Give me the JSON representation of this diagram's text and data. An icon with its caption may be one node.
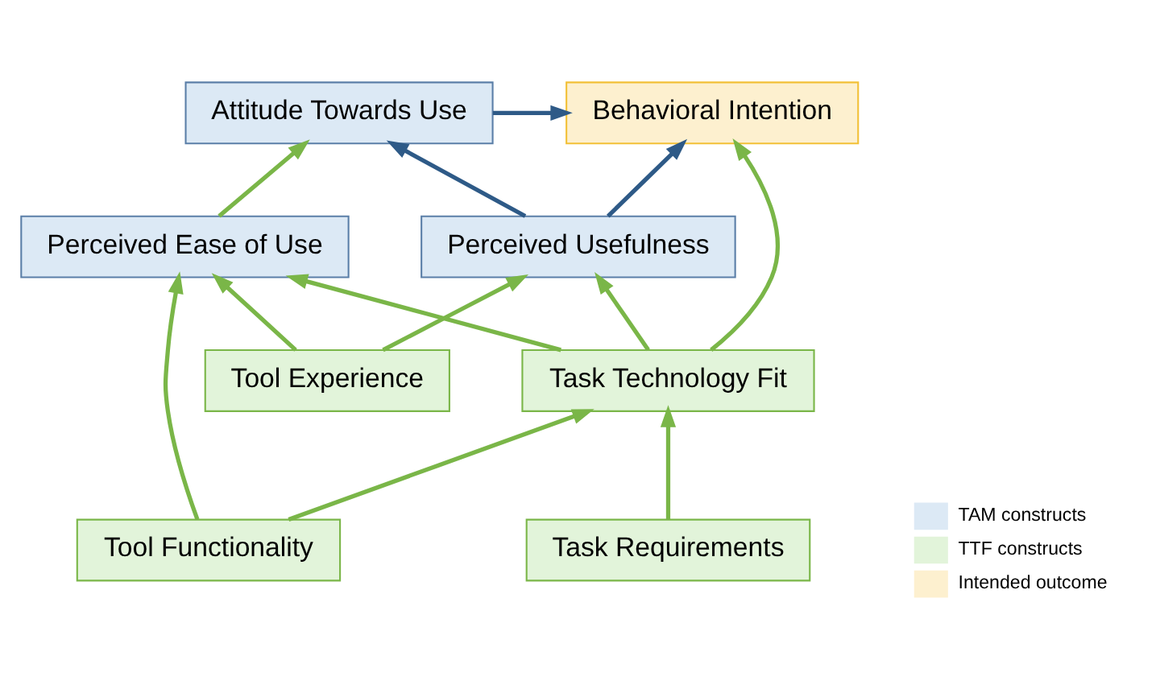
{
  "diagram": {
    "nodes": [
      {
        "text": [
          "Attitude Towards Use"
        ]
      },
      {
        "text": [
          "Behavioral Intention"
        ]
      },
      {
        "text": [
          "Perceived Ease of Use"
        ]
      },
      {
        "text": [
          "Perceived Usefulness"
        ]
      },
      {
        "text": [
          "Tool Experience"
        ]
      },
      {
        "text": [
          "Task Technology Fit"
        ]
      },
      {
        "text": [
          "Tool Functionality"
        ]
      },
      {
        "text": [
          "Task Requirements"
        ]
      }
    ],
    "edges": [
      {
        "from": 0,
        "to": 1,
        "arrow": "to",
        "color": "#2e5a87"
      },
      {
        "from": 3,
        "to": 0,
        "arrow": "to",
        "color": "#2e5a87"
      },
      {
        "from": 3,
        "to": 1,
        "arrow": "to",
        "color": "#2e5a87"
      },
      {
        "from": 2,
        "to": 0,
        "arrow": "to"
      },
      {
        "from": 5,
        "to": 1,
        "arrow": "to"
      },
      {
        "from": 5,
        "to": 3,
        "arrow": "to"
      },
      {
        "from": 5,
        "to": 2,
        "arrow": "to"
      },
      {
        "from": 4,
        "to": 2,
        "arrow": "to"
      },
      {
        "from": 4,
        "to": 3,
        "arrow": "to"
      },
      {
        "from": 6,
        "to": 2,
        "arrow": "to"
      },
      {
        "from": 6,
        "to": 5,
        "arrow": "to"
      },
      {
        "from": 7,
        "to": 5,
        "arrow": "to"
      }
    ],
    "legend": [
      {
        "text": "TAM constructs",
        "color": "#dce9f5"
      },
      {
        "text": "TTF constructs",
        "color": "#e2f4da"
      },
      {
        "text": "Intended outcome",
        "color": "#fdf0cf"
      }
    ]
  }
}
